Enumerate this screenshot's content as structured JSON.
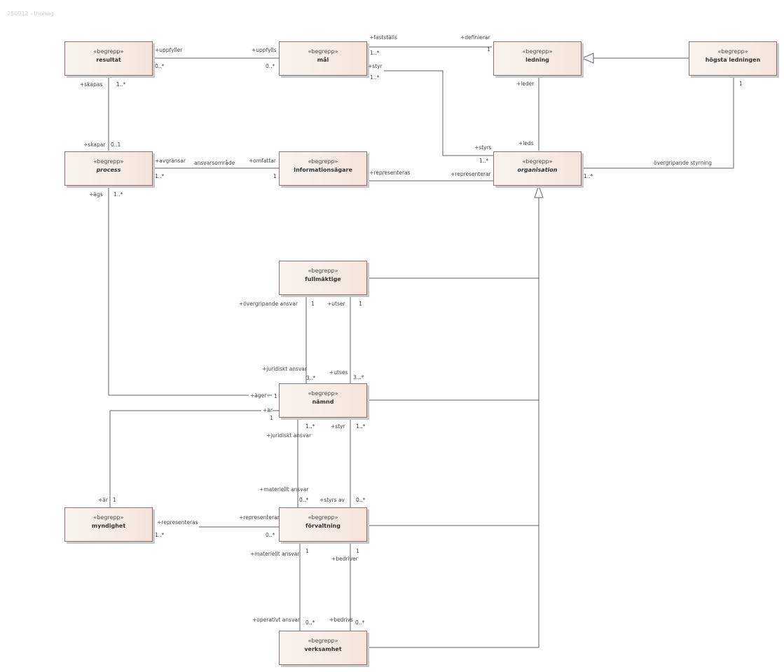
{
  "watermark": "250912 - thohag",
  "stereotype": "«begrepp»",
  "classes": {
    "resultat": {
      "name": "resultat",
      "abstract": false
    },
    "mal": {
      "name": "mål",
      "abstract": false
    },
    "ledning": {
      "name": "ledning",
      "abstract": false
    },
    "hogsta_ledningen": {
      "name": "högsta ledningen",
      "abstract": false
    },
    "process": {
      "name": "process",
      "abstract": true
    },
    "informationsagare": {
      "name": "Informationsägare",
      "abstract": false
    },
    "organisation": {
      "name": "organisation",
      "abstract": true
    },
    "fullmaktige": {
      "name": "fullmäktige",
      "abstract": false
    },
    "namnd": {
      "name": "nämnd",
      "abstract": false
    },
    "myndighet": {
      "name": "myndighet",
      "abstract": false
    },
    "forvaltning": {
      "name": "förvaltning",
      "abstract": false
    },
    "verksamhet": {
      "name": "verksamhet",
      "abstract": false
    }
  },
  "associations": {
    "resultat_mal": {
      "end1_role": "+uppfyller",
      "end1_mult": "0..*",
      "end2_role": "+uppfylls",
      "end2_mult": "0..*"
    },
    "mal_ledning": {
      "end1_role": "+fastställs",
      "end1_mult": "1..*",
      "end2_role": "+definierar",
      "end2_mult": "1"
    },
    "mal_organisation": {
      "end1_role": "+styr",
      "end1_mult": "1..*",
      "end2_role": "+styrs",
      "end2_mult": "1..*"
    },
    "ledning_organisation": {
      "end1_role": "+leder",
      "end2_role": "+leds"
    },
    "resultat_process": {
      "end1_role": "+skapas",
      "end1_mult": "1..*",
      "end2_role": "+skapar",
      "end2_mult": "0..1"
    },
    "process_informationsagare": {
      "name": "ansvarsområde",
      "end1_role": "+avgränsar",
      "end1_mult": "1..*",
      "end2_role": "+omfattar",
      "end2_mult": "1"
    },
    "informationsagare_organisation": {
      "end1_role": "+representeras",
      "end2_role": "+representerar"
    },
    "hogsta_organisation": {
      "name": "övergripande styrning",
      "end1_mult": "1",
      "end2_mult": "1..*"
    },
    "process_namnd": {
      "end1_role": "+ägs",
      "end1_mult": "1..*",
      "end2_role": "+äger",
      "end2_mult": "1"
    },
    "fullmaktige_namnd_ansvar": {
      "end1_role": "+övergripande ansvar",
      "end1_mult": "1",
      "end2_role": "+juridiskt ansvar",
      "end2_mult": "3..*"
    },
    "fullmaktige_namnd_utser": {
      "end1_role": "+utser",
      "end1_mult": "1",
      "end2_role": "+utses",
      "end2_mult": "3...*"
    },
    "namnd_myndighet": {
      "end1_role": "+är",
      "end1_mult": "1",
      "end2_role": "+är",
      "end2_mult": "1"
    },
    "namnd_forvaltning_ansvar": {
      "end1_role": "+juridiskt ansvar",
      "end1_mult": "1..*",
      "end2_role": "+materiellt ansvar",
      "end2_mult": "0..*"
    },
    "namnd_forvaltning_styr": {
      "end1_role": "+styr",
      "end1_mult": "1..*",
      "end2_role": "+styrs av",
      "end2_mult": "0..*"
    },
    "myndighet_forvaltning": {
      "end1_role": "+representeras",
      "end1_mult": "1..*",
      "end2_role": "+representerar",
      "end2_mult": "0..*"
    },
    "forvaltning_verksamhet_ansvar": {
      "end1_role": "+materiellt ansvar",
      "end1_mult": "1",
      "end2_role": "+operativt ansvar",
      "end2_mult": "0..*"
    },
    "forvaltning_verksamhet_bedriver": {
      "end1_role": "+bedriver",
      "end1_mult": "1",
      "end2_role": "+bedrivs",
      "end2_mult": "0..*"
    }
  }
}
